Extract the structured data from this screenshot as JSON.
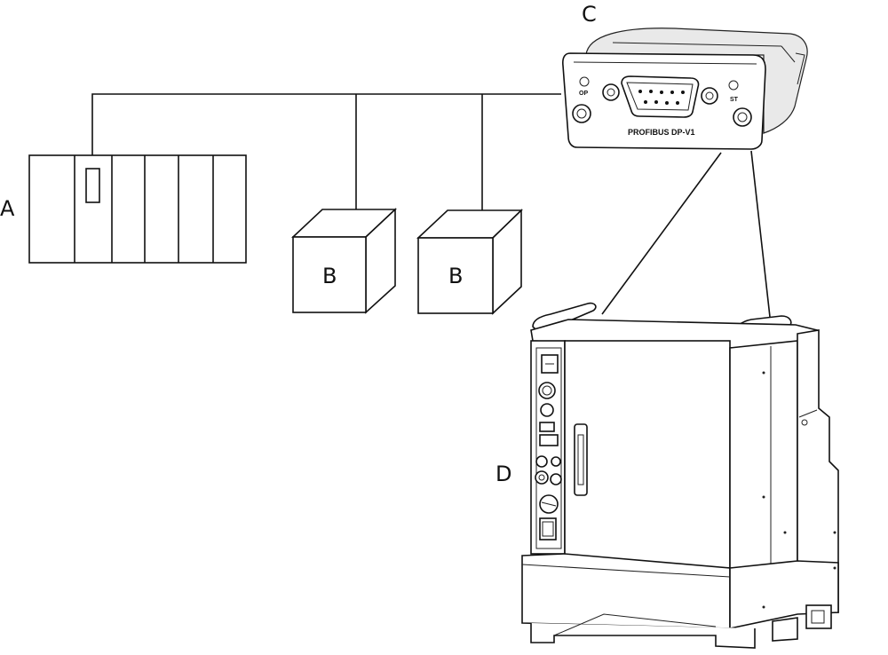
{
  "labels": {
    "plc": "A",
    "slave_1": "B",
    "slave_2": "B",
    "module": "C",
    "controller": "D"
  },
  "module": {
    "title": "PROFIBUS DP-V1",
    "led_left": "OP",
    "led_right": "ST"
  },
  "colors": {
    "line": "#111111",
    "background": "#ffffff"
  }
}
